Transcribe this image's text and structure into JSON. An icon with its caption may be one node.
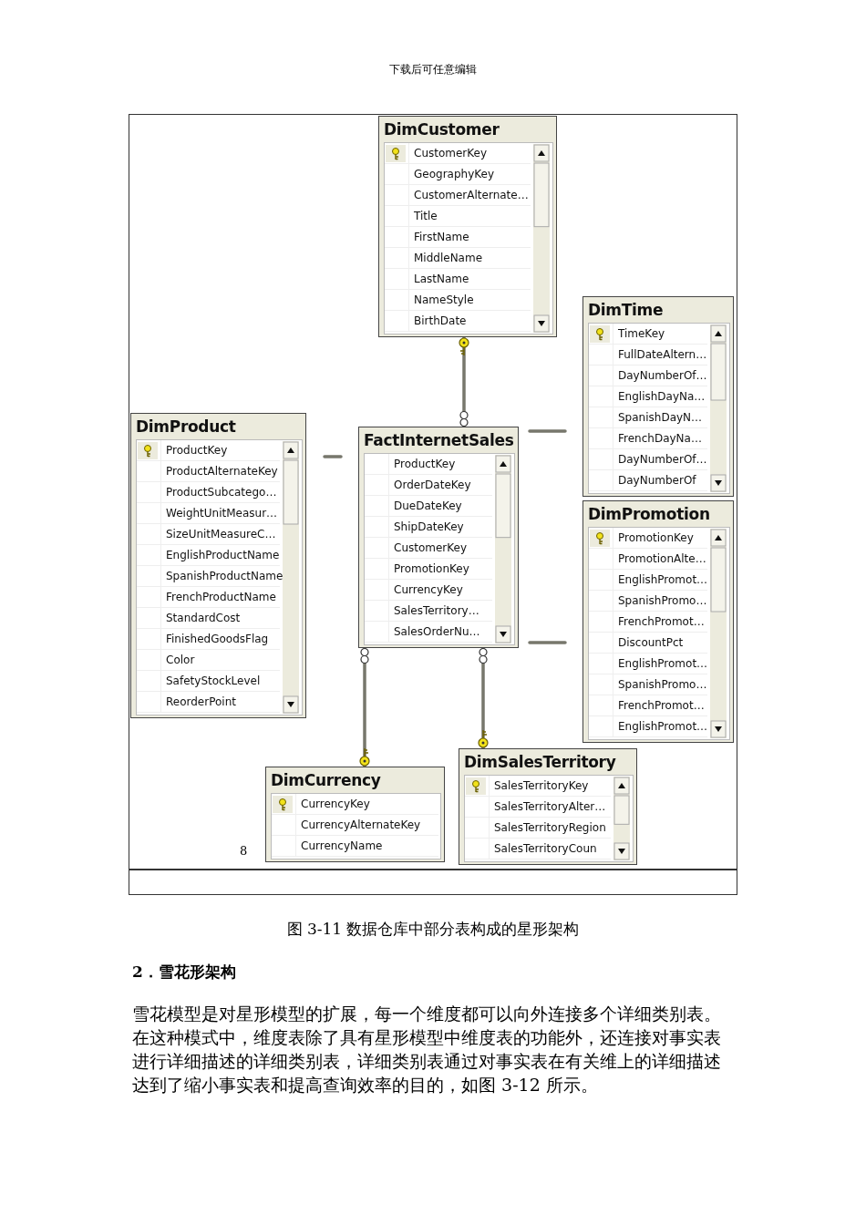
{
  "diagram": {
    "caption": "图 3-11 数据仓库中部分表构成的星形架构",
    "nodes": [
      {
        "text": [
          "DimCustomer",
          "CustomerKey",
          "GeographyKey",
          "CustomerAlternate…",
          "Title",
          "FirstName",
          "MiddleName",
          "LastName",
          "NameStyle",
          "BirthDate"
        ]
      },
      {
        "text": [
          "DimTime",
          "TimeKey",
          "FullDateAltern…",
          "DayNumberOf…",
          "EnglishDayNa…",
          "SpanishDayN…",
          "FrenchDayNa…",
          "DayNumberOf…",
          "DayNumberOf"
        ]
      },
      {
        "text": [
          "DimProduct",
          "ProductKey",
          "ProductAlternateKey",
          "ProductSubcatego…",
          "WeightUnitMeasur…",
          "SizeUnitMeasureC…",
          "EnglishProductName",
          "SpanishProductName",
          "FrenchProductName",
          "StandardCost",
          "FinishedGoodsFlag",
          "Color",
          "SafetyStockLevel",
          "ReorderPoint"
        ]
      },
      {
        "text": [
          "FactInternetSales",
          "ProductKey",
          "OrderDateKey",
          "DueDateKey",
          "ShipDateKey",
          "CustomerKey",
          "PromotionKey",
          "CurrencyKey",
          "SalesTerritory…",
          "SalesOrderNu…"
        ]
      },
      {
        "text": [
          "DimPromotion",
          "PromotionKey",
          "PromotionAlte…",
          "EnglishPromot…",
          "SpanishPromo…",
          "FrenchPromot…",
          "DiscountPct",
          "EnglishPromot…",
          "SpanishPromo…",
          "FrenchPromot…",
          "EnglishPromot…"
        ]
      },
      {
        "text": [
          "DimCurrency",
          "CurrencyKey",
          "CurrencyAlternateKey",
          "CurrencyName"
        ]
      },
      {
        "text": [
          "DimSalesTerritory",
          "SalesTerritoryKey",
          "SalesTerritoryAlter…",
          "SalesTerritoryRegion",
          "SalesTerritoryCoun"
        ]
      }
    ],
    "edges": [
      {
        "from": 0,
        "to": 3,
        "arrow": "other"
      },
      {
        "from": 5,
        "to": 3,
        "arrow": "other"
      },
      {
        "from": 6,
        "to": 3,
        "arrow": "other"
      }
    ],
    "labels": [
      "下载后可任意编辑",
      "8",
      "2．雪花形架构",
      "雪花模型是对星形模型的扩展，每一个维度都可以向外连接多个详细类别表。在这种模式中，维度表除了具有星形模型中维度表的功能外，还连接对事实表进行详细描述的详细类别表，详细类别表通过对事实表在有关维上的详细描述达到了缩小事实表和提高查询效率的目的，如图 3-12 所示。"
    ]
  }
}
